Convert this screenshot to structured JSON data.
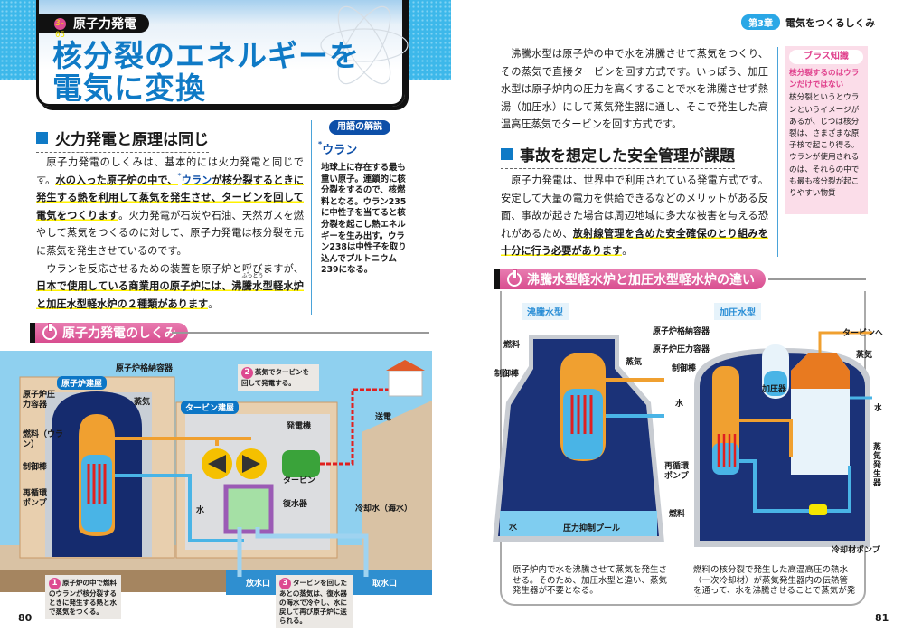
{
  "left_page": {
    "section_number": "3-05",
    "section_name": "原子力発電",
    "title_lines": [
      "核分裂のエネルギーを",
      "電気に変換"
    ],
    "heading1": "火力発電と原理は同じ",
    "para1": {
      "s1": "原子力発電のしくみは、基本的には火力発電と同じです。",
      "s2": "水の入った原子炉の中で、",
      "star": "*",
      "s3": "ウラン",
      "s4": "が核分裂するときに発生する熱を利用して蒸気を発生させ、タービンを回して電気をつくります",
      "s5": "。火力発電が石炭や石油、天然ガスを燃やして蒸気をつくるのに対して、原子力発電は核分裂を元に蒸気を発生させているのです。"
    },
    "para2": {
      "s1": "ウランを反応させるための装置を原子炉と呼びますが、",
      "s2": "日本で使用している商業用の原子炉には、",
      "ruby_base": "沸騰",
      "ruby_text": "ふっとう",
      "s3": "水型軽水炉と加圧水型軽水炉の２種類があります",
      "s4": "。"
    },
    "glossary": {
      "header": "用語の解説",
      "star": "*",
      "term": "ウラン",
      "text": "地球上に存在する最も重い原子。連鎖的に核分裂をするので、核燃料となる。ウラン235に中性子を当てると核分裂を起こし熱エネルギーを生み出す。ウラン238は中性子を取り込んでプルトニウム239になる。"
    },
    "section_tab": "原子力発電のしくみ",
    "diagram": {
      "containment": "原子炉格納容器",
      "reactor_building": "原子炉建屋",
      "pressure_vessel": "原子炉圧力容器",
      "steam": "蒸気",
      "turbine_building": "タービン建屋",
      "fuel": "燃料（ウラン）",
      "control_rod": "制御棒",
      "recirc_pump": "再循環ポンプ",
      "generator": "発電機",
      "turbine": "タービン",
      "condenser": "復水器",
      "water": "水",
      "transmission": "送電",
      "cooling_water": "冷却水（海水）",
      "outlet": "放水口",
      "intake": "取水口",
      "callouts": [
        {
          "n": "1",
          "text": "原子炉の中で燃料のウランが核分裂するときに発生する熱と水で蒸気をつくる。"
        },
        {
          "n": "2",
          "text": "蒸気でタービンを回して発電する。"
        },
        {
          "n": "3",
          "text": "タービンを回したあとの蒸気は、復水器の海水で冷やし、水に戻して再び原子炉に送られる。"
        }
      ]
    },
    "page_number": "80"
  },
  "right_page": {
    "chapter_tag": "第3章",
    "chapter_title": "電気をつくるしくみ",
    "para1": "沸騰水型は原子炉の中で水を沸騰させて蒸気をつくり、その蒸気で直接タービンを回す方式です。いっぽう、加圧水型は原子炉内の圧力を高くすることで水を沸騰させず熱湯（加圧水）にして蒸気発生器に通し、そこで発生した高温高圧蒸気でタービンを回す方式です。",
    "heading2": "事故を想定した安全管理が課題",
    "para2": {
      "s1": "原子力発電は、世界中で利用されている発電方式です。安定して大量の電力を供給できるなどのメリットがある反面、事故が起きた場合は周辺地域に多大な被害を与える恐れがあるため、",
      "s2": "放射線管理を含めた安全確保のとり組みを十分に行う必要があります",
      "s3": "。"
    },
    "plus": {
      "header": "ブラス知識",
      "title": "核分裂するのはウランだけではない",
      "text": "核分裂というとウランというイメージがあるが、じつは核分裂は、さまざまな原子核で起こり得る。ウランが使用されるのは、それらの中でも最も核分裂が起こりやすい物質"
    },
    "section_tab": "沸騰水型軽水炉と加圧水型軽水炉の違い",
    "diagram": {
      "bwr_tag": "沸騰水型",
      "pwr_tag": "加圧水型",
      "containment": "原子炉格納容器",
      "pressure_vessel": "原子炉圧力容器",
      "bwr_fuel": "燃料",
      "bwr_control_rod": "制御棒",
      "bwr_steam": "蒸気",
      "bwr_water": "水",
      "bwr_pump": "再循環ポンプ",
      "pool_water": "水",
      "pool": "圧力抑制プール",
      "to_turbine": "タービンへ",
      "pwr_steam": "蒸気",
      "pwr_control_rod": "制御棒",
      "pressurizer": "加圧器",
      "pwr_water": "水",
      "steam_generator": "蒸気発生器",
      "pwr_fuel": "燃料",
      "coolant_pump": "冷却材ポンプ",
      "bwr_caption": "原子炉内で水を沸騰させて蒸気を発生させる。そのため、加圧水型と違い、蒸気発生器が不要となる。",
      "pwr_caption": "燃料の核分裂で発生した高温高圧の熱水（一次冷却材）が蒸気発生器内の伝熱管を通って、水を沸騰させることで蒸気が発生"
    },
    "page_number": "81"
  }
}
